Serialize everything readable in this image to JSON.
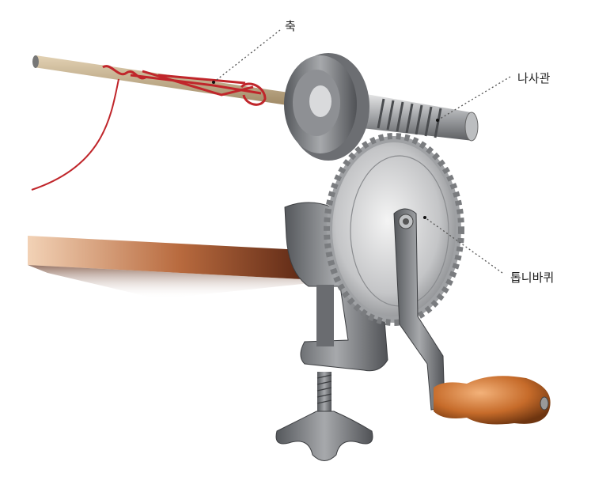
{
  "labels": {
    "shaft": "축",
    "worm_tube": "나사관",
    "gear_wheel": "톱니바퀴"
  },
  "colors": {
    "thread": "#c0262b",
    "metal": "#a9abae",
    "wood": "#8a3b1c",
    "handle": "#c66b2a"
  }
}
